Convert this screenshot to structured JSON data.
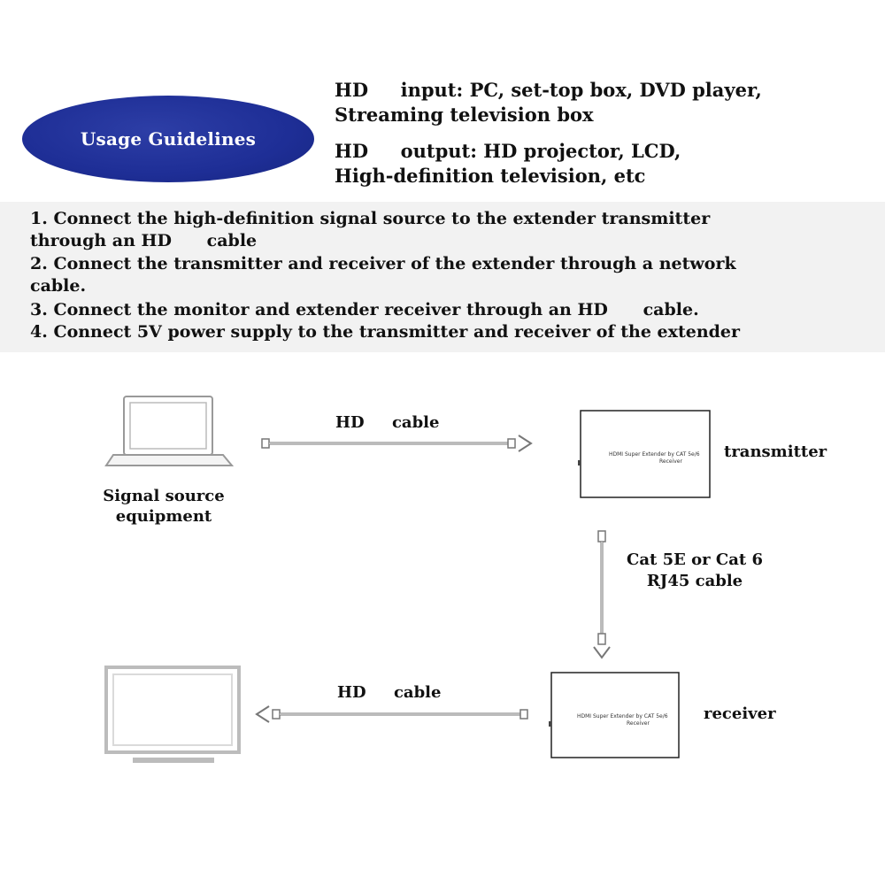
{
  "guidelines": {
    "badge_label": "Usage Guidelines",
    "io_lines": [
      "HD     input: PC, set-top box, DVD player,",
      "Streaming television box",
      "HD     output: HD projector, LCD,",
      "High-definition television, etc"
    ]
  },
  "steps": [
    "1. Connect the high-definition signal source to the extender transmitter",
    "through an HD      cable",
    "2. Connect the transmitter and receiver of the extender through a network",
    "cable.",
    "3. Connect the monitor and extender receiver through an HD      cable.",
    "4. Connect 5V power supply to the transmitter and receiver of the extender"
  ],
  "diagram": {
    "source_label_line1": "Signal source",
    "source_label_line2": "equipment",
    "cable_top_label": "HD     cable",
    "cable_bottom_label": "HD     cable",
    "transmitter_label": "transmitter",
    "receiver_label": "receiver",
    "network_cable_line1": "Cat 5E or Cat 6",
    "network_cable_line2": "RJ45 cable",
    "device_text_line1": "HDMI Super Extender by CAT 5e/6",
    "device_text_line2": "Receiver"
  }
}
